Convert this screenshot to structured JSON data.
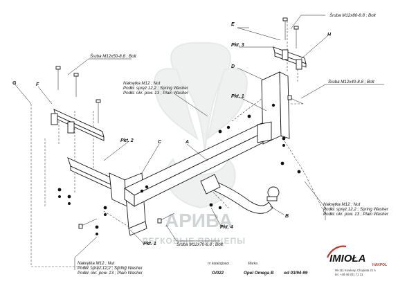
{
  "labels": {
    "bolt_m12x80": "Śruba M12x80-8.8 ; Bolt",
    "bolt_m12x50": "Śruba M12x50-8.8 ; Bolt",
    "bolt_m12x40": "Śruba M12x40-8.8 ; Bolt",
    "bolt_m12x70": "Śruba M12x70-8.8 ; Bolt",
    "nut_set_top": [
      "Nakrętka M12 ; Nut",
      "Podkł. spręż.12,2 ; Spring Washer",
      "Podkł. okr. pow. 13 ; Plain Washer"
    ],
    "nut_set_right": [
      "Nakrętka M12 ; Nut",
      "Podkł. spręż.12,2 ; Spring Washer",
      "Podkł. okr. pow. 13 ; Plain Washer"
    ],
    "nut_set_bottom": [
      "Nakrętka M12 ; Nut",
      "Podkł. spręż.12,2 ; Spring Washer",
      "Podkł. okr. pow. 13 ; Plain Washer"
    ]
  },
  "points": {
    "pkt1_top": "Pkt. 1",
    "pkt1_bottom": "Pkt. 1",
    "pkt2": "Pkt. 2",
    "pkt3": "Pkt. 3",
    "pkt4": "Pkt. 4"
  },
  "parts": {
    "A": "A",
    "B": "B",
    "C": "C",
    "D": "D",
    "E": "E",
    "F": "F",
    "G": "G",
    "H": "H"
  },
  "watermark": {
    "brand": "АРИВА",
    "sub": "ЛЕГКОВЫЕ ПРИЦЕПЫ"
  },
  "footer": {
    "catalog_header": "nr katalogowy",
    "catalog_value": "O/022",
    "make_header": "Marka",
    "make_value": "Opel Omega B",
    "from_value": "od 03/94-99",
    "address_line1": "96-111 Kowiesy, Chojnata 21 A",
    "address_line2": "tel. +48 46 831 71 31",
    "brand": "IMIOŁA",
    "brand_sub": "HAKPOL"
  }
}
